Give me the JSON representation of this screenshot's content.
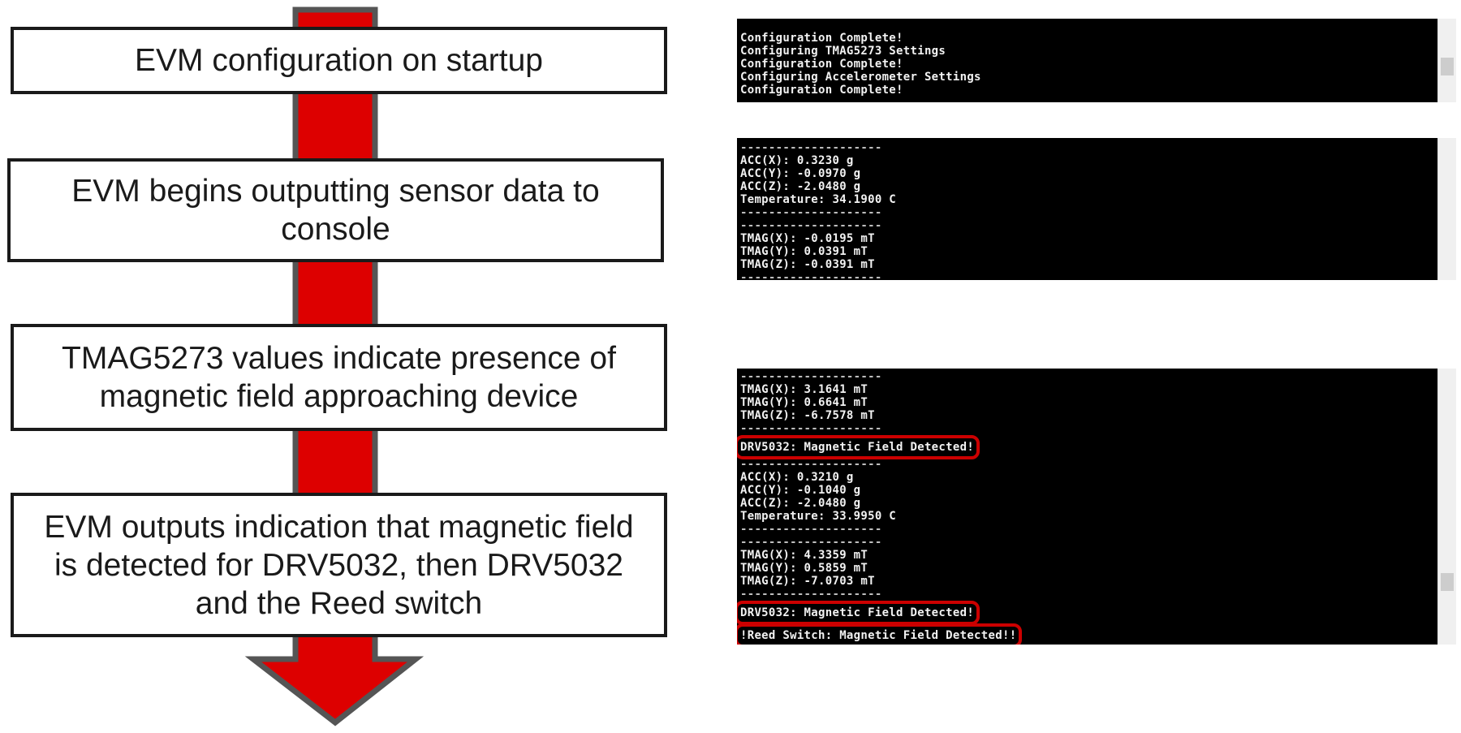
{
  "colors": {
    "arrow_fill": "#dd0000",
    "arrow_outline": "#555555",
    "box_border": "#1a1a1a",
    "console_bg": "#000000",
    "console_text": "#f2f2f2",
    "highlight": "#cc0000"
  },
  "steps": [
    {
      "text": "EVM configuration on startup"
    },
    {
      "text": "EVM begins outputting sensor data to\nconsole"
    },
    {
      "text": "TMAG5273 values indicate presence of\nmagnetic field approaching device"
    },
    {
      "text": "EVM outputs indication that magnetic field\nis detected for DRV5032, then DRV5032\nand the Reed switch"
    }
  ],
  "console_1": {
    "lines": [
      "Configuration Complete!",
      "Configuring TMAG5273 Settings",
      "Configuration Complete!",
      "Configuring Accelerometer Settings",
      "Configuration Complete!"
    ]
  },
  "console_2": {
    "lines": [
      "--------------------",
      "ACC(X): 0.3230 g",
      "ACC(Y): -0.0970 g",
      "ACC(Z): -2.0480 g",
      "Temperature: 34.1900 C",
      "--------------------",
      "--------------------",
      "TMAG(X): -0.0195 mT",
      "TMAG(Y): 0.0391 mT",
      "TMAG(Z): -0.0391 mT",
      "--------------------"
    ]
  },
  "console_3": {
    "separator": "--------------------",
    "tmag_a": [
      "TMAG(X): 3.1641 mT",
      "TMAG(Y): 0.6641 mT",
      "TMAG(Z): -6.7578 mT"
    ],
    "drv_alert_1": "DRV5032: Magnetic Field Detected!",
    "acc": [
      "ACC(X): 0.3210 g",
      "ACC(Y): -0.1040 g",
      "ACC(Z): -2.0480 g",
      "Temperature: 33.9950 C"
    ],
    "tmag_b": [
      "TMAG(X): 4.3359 mT",
      "TMAG(Y): 0.5859 mT",
      "TMAG(Z): -7.0703 mT"
    ],
    "drv_alert_2": "DRV5032: Magnetic Field Detected!",
    "reed_alert": "!Reed Switch: Magnetic Field Detected!!"
  }
}
